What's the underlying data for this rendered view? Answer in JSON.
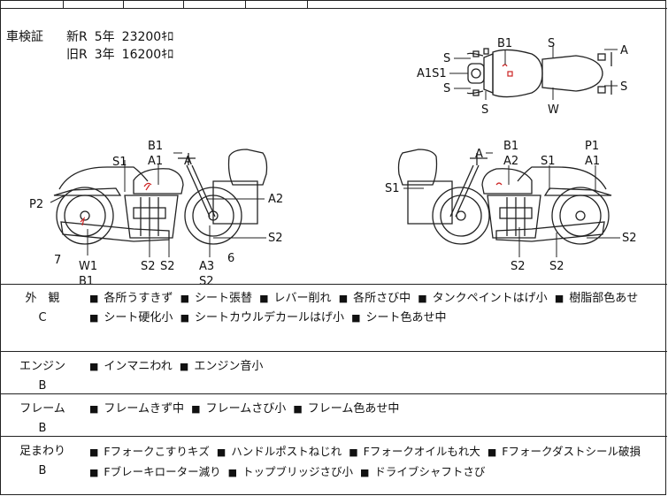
{
  "shaken": {
    "label": "車検証",
    "new": {
      "type": "新R",
      "years": "5年",
      "price": "23200ｷﾛ"
    },
    "old": {
      "type": "旧R",
      "years": "3年",
      "price": "16200ｷﾛ"
    }
  },
  "top_view_labels": {
    "s_left_top": "S",
    "a1s1": "A1S1",
    "s_left_bottom": "S",
    "s_bottom": "S",
    "b1": "B1",
    "s_top": "S",
    "w": "W",
    "a_right": "A",
    "s_right": "S"
  },
  "left_view_labels": {
    "b1": "B1",
    "a1": "A1",
    "a": "A",
    "s1": "S1",
    "p2": "P2",
    "a2": "A2",
    "s2_right": "S2",
    "seven": "7",
    "w1": "W1",
    "b1_bottom": "B1",
    "s2_a": "S2",
    "s2_b": "S2",
    "a3": "A3",
    "s2_bottom": "S2",
    "six": "6"
  },
  "right_view_labels": {
    "a": "A",
    "b1": "B1",
    "a2": "A2",
    "s1": "S1",
    "p1": "P1",
    "a1": "A1",
    "s1_left": "S1",
    "s2_right": "S2",
    "s2_a": "S2",
    "s2_b": "S2"
  },
  "conditions": [
    {
      "category": "外　観",
      "grade": "C",
      "items": [
        "各所うすきず",
        "シート張替",
        "レバー削れ",
        "各所さび中",
        "タンクペイントはげ小",
        "樹脂部色あせ",
        "シート硬化小",
        "シートカウルデカールはげ小",
        "シート色あせ中"
      ]
    },
    {
      "category": "エンジン",
      "grade": "B",
      "items": [
        "インマニわれ",
        "エンジン音小"
      ]
    },
    {
      "category": "フレーム",
      "grade": "B",
      "items": [
        "フレームきず中",
        "フレームさび小",
        "フレーム色あせ中"
      ]
    },
    {
      "category": "足まわり",
      "grade": "B",
      "items": [
        "Fフォークこすりキズ",
        "ハンドルポストねじれ",
        "Fフォークオイルもれ大",
        "Fフォークダストシール破損",
        "Fブレーキローター減り",
        "トップブリッジさび小",
        "ドライブシャフトさび"
      ]
    }
  ],
  "colors": {
    "line": "#222222",
    "mark_red": "#cc2222"
  }
}
